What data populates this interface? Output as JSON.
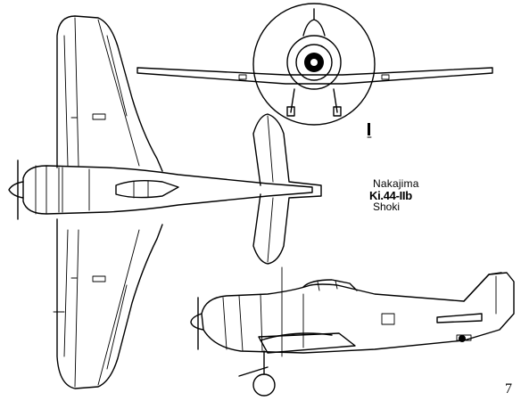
{
  "caption": {
    "manufacturer": "Nakajima",
    "model": "Ki.44-IIb",
    "name": "Shoki"
  },
  "sheet_number": "7",
  "views": [
    "plan-view",
    "front-view",
    "side-view"
  ],
  "colors": {
    "ink": "#000000",
    "paper": "#ffffff"
  }
}
